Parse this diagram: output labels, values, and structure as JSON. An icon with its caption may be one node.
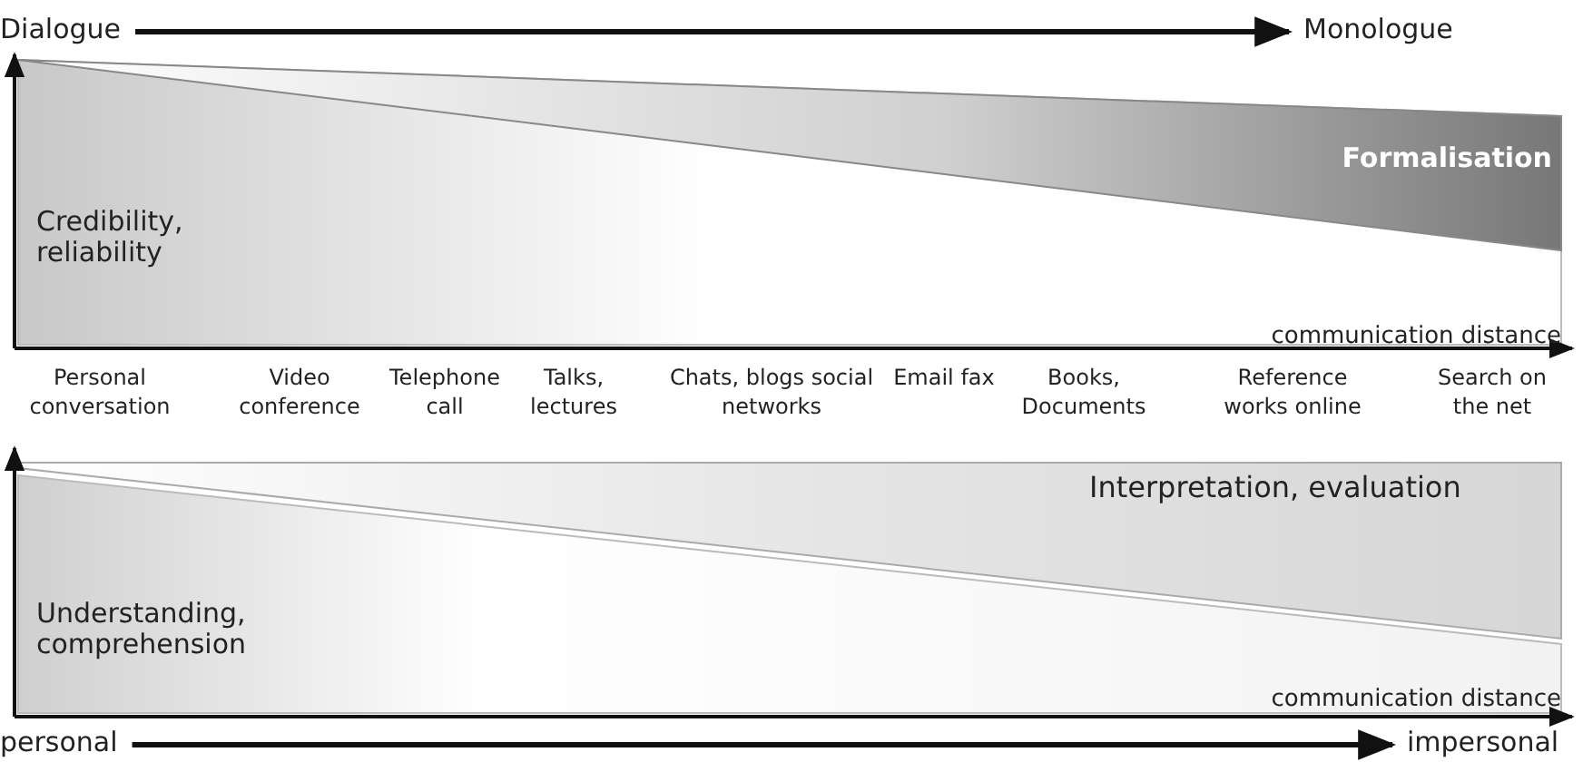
{
  "diagram": {
    "nodes": [
      {
        "text": [
          "Dialogue"
        ]
      },
      {
        "text": [
          "Monologue"
        ]
      },
      {
        "text": [
          "personal"
        ]
      },
      {
        "text": [
          "impersonal"
        ]
      }
    ],
    "edges": [
      {
        "from": 0,
        "to": 1,
        "arrow": "to"
      },
      {
        "from": 2,
        "to": 3,
        "arrow": "to"
      }
    ],
    "labels": [
      "Formalisation",
      "Credibility, reliability",
      "communication distance",
      "Personal conversation",
      "Video conference",
      "Telephone call",
      "Talks, lectures",
      "Chats, blogs social networks",
      "Email fax",
      "Books, Documents",
      "Reference works online",
      "Search on the net",
      "Interpretation, evaluation",
      "Understanding, comprehension",
      "communication distance"
    ]
  }
}
